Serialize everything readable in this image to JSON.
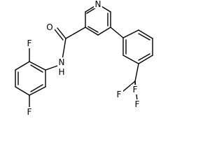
{
  "molecule": {
    "atoms": [
      {
        "id": "N_py",
        "label": "N"
      },
      {
        "id": "O_amide",
        "label": "O"
      },
      {
        "id": "N_amide",
        "label": "N"
      },
      {
        "id": "H_amide",
        "label": "H"
      },
      {
        "id": "F_ortho",
        "label": "F"
      },
      {
        "id": "F_meta",
        "label": "F"
      },
      {
        "id": "F_cf3_top",
        "label": "F"
      },
      {
        "id": "F_cf3_left",
        "label": "F"
      },
      {
        "id": "F_cf3_bottom",
        "label": "F"
      }
    ]
  }
}
